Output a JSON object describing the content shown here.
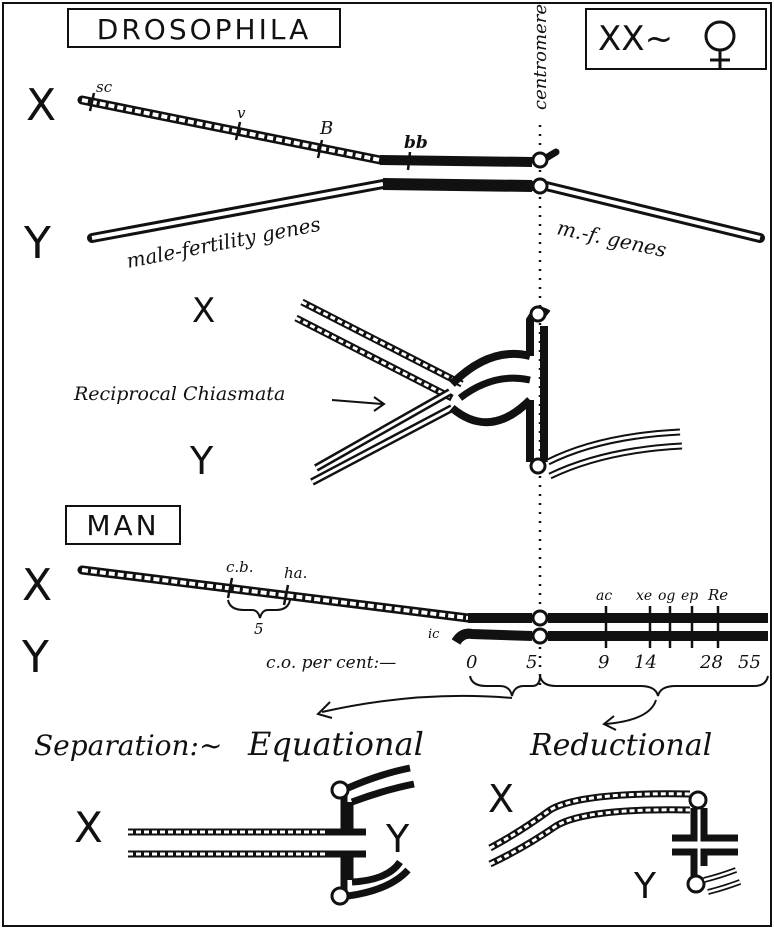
{
  "drosophila": {
    "title": "DROSOPHILA",
    "female_note": "XX~",
    "female_symbol": "female-symbol-icon",
    "centromere_label": "centromere",
    "x_letter": "X",
    "y_letter": "Y",
    "genes": [
      "sc",
      "v",
      "B",
      "bb"
    ],
    "male_fertility_label": "male-fertility genes",
    "mf_label": "m.-f. genes",
    "pairing_x_letter": "X",
    "pairing_y_letter": "Y",
    "chiasmata_label": "Reciprocal Chiasmata"
  },
  "man": {
    "title": "MAN",
    "x_letter": "X",
    "y_letter": "Y",
    "genes_left": [
      "c.b.",
      "ha."
    ],
    "interval_label": "5",
    "ic_label": "ic",
    "genes_right": [
      "ac",
      "xe",
      "og",
      "ep",
      "Re"
    ],
    "co_label": "c.o. per cent:—",
    "co_values": [
      "0",
      "5",
      "9",
      "14",
      "28",
      "55"
    ]
  },
  "separation": {
    "label": "Separation:~",
    "equational": "Equational",
    "reductional": "Reductional",
    "left_x": "X",
    "left_y": "Y",
    "right_x": "X",
    "right_y": "Y"
  }
}
